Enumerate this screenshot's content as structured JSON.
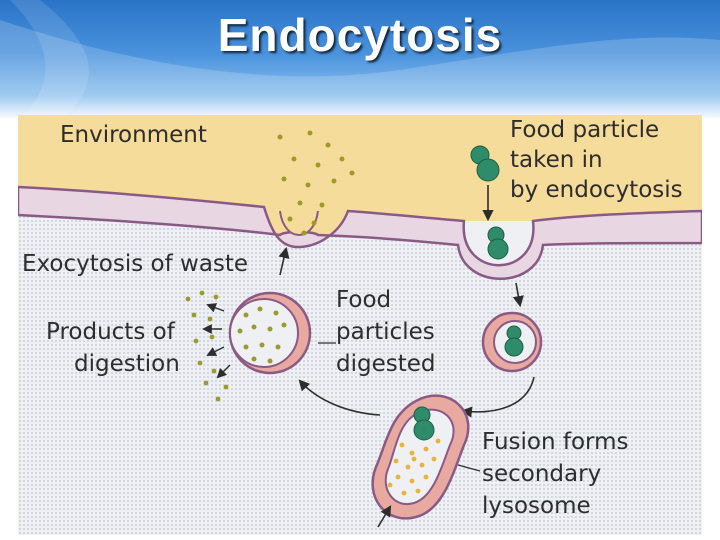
{
  "slide": {
    "title": "Endocytosis"
  },
  "diagram": {
    "labels": {
      "environment": "Environment",
      "intake_1": "Food particle",
      "intake_2": "taken in",
      "intake_3": "by endocytosis",
      "exocytosis": "Exocytosis of waste",
      "products_1": "Products of",
      "products_2": "digestion",
      "digested_1": "Food",
      "digested_2": "particles",
      "digested_3": "digested",
      "fusion_1": "Fusion forms",
      "fusion_2": "secondary",
      "fusion_3": "lysosome"
    }
  },
  "colors": {
    "environment": "#f6dc9a",
    "membrane": "#e9d6e3",
    "membrane_edge": "#8a5a86",
    "lysosome": "#e8a9a1",
    "food_particle": "#2f8c6a",
    "waste_particle": "#9c9a2b",
    "enzyme_particle": "#e8b43b"
  }
}
